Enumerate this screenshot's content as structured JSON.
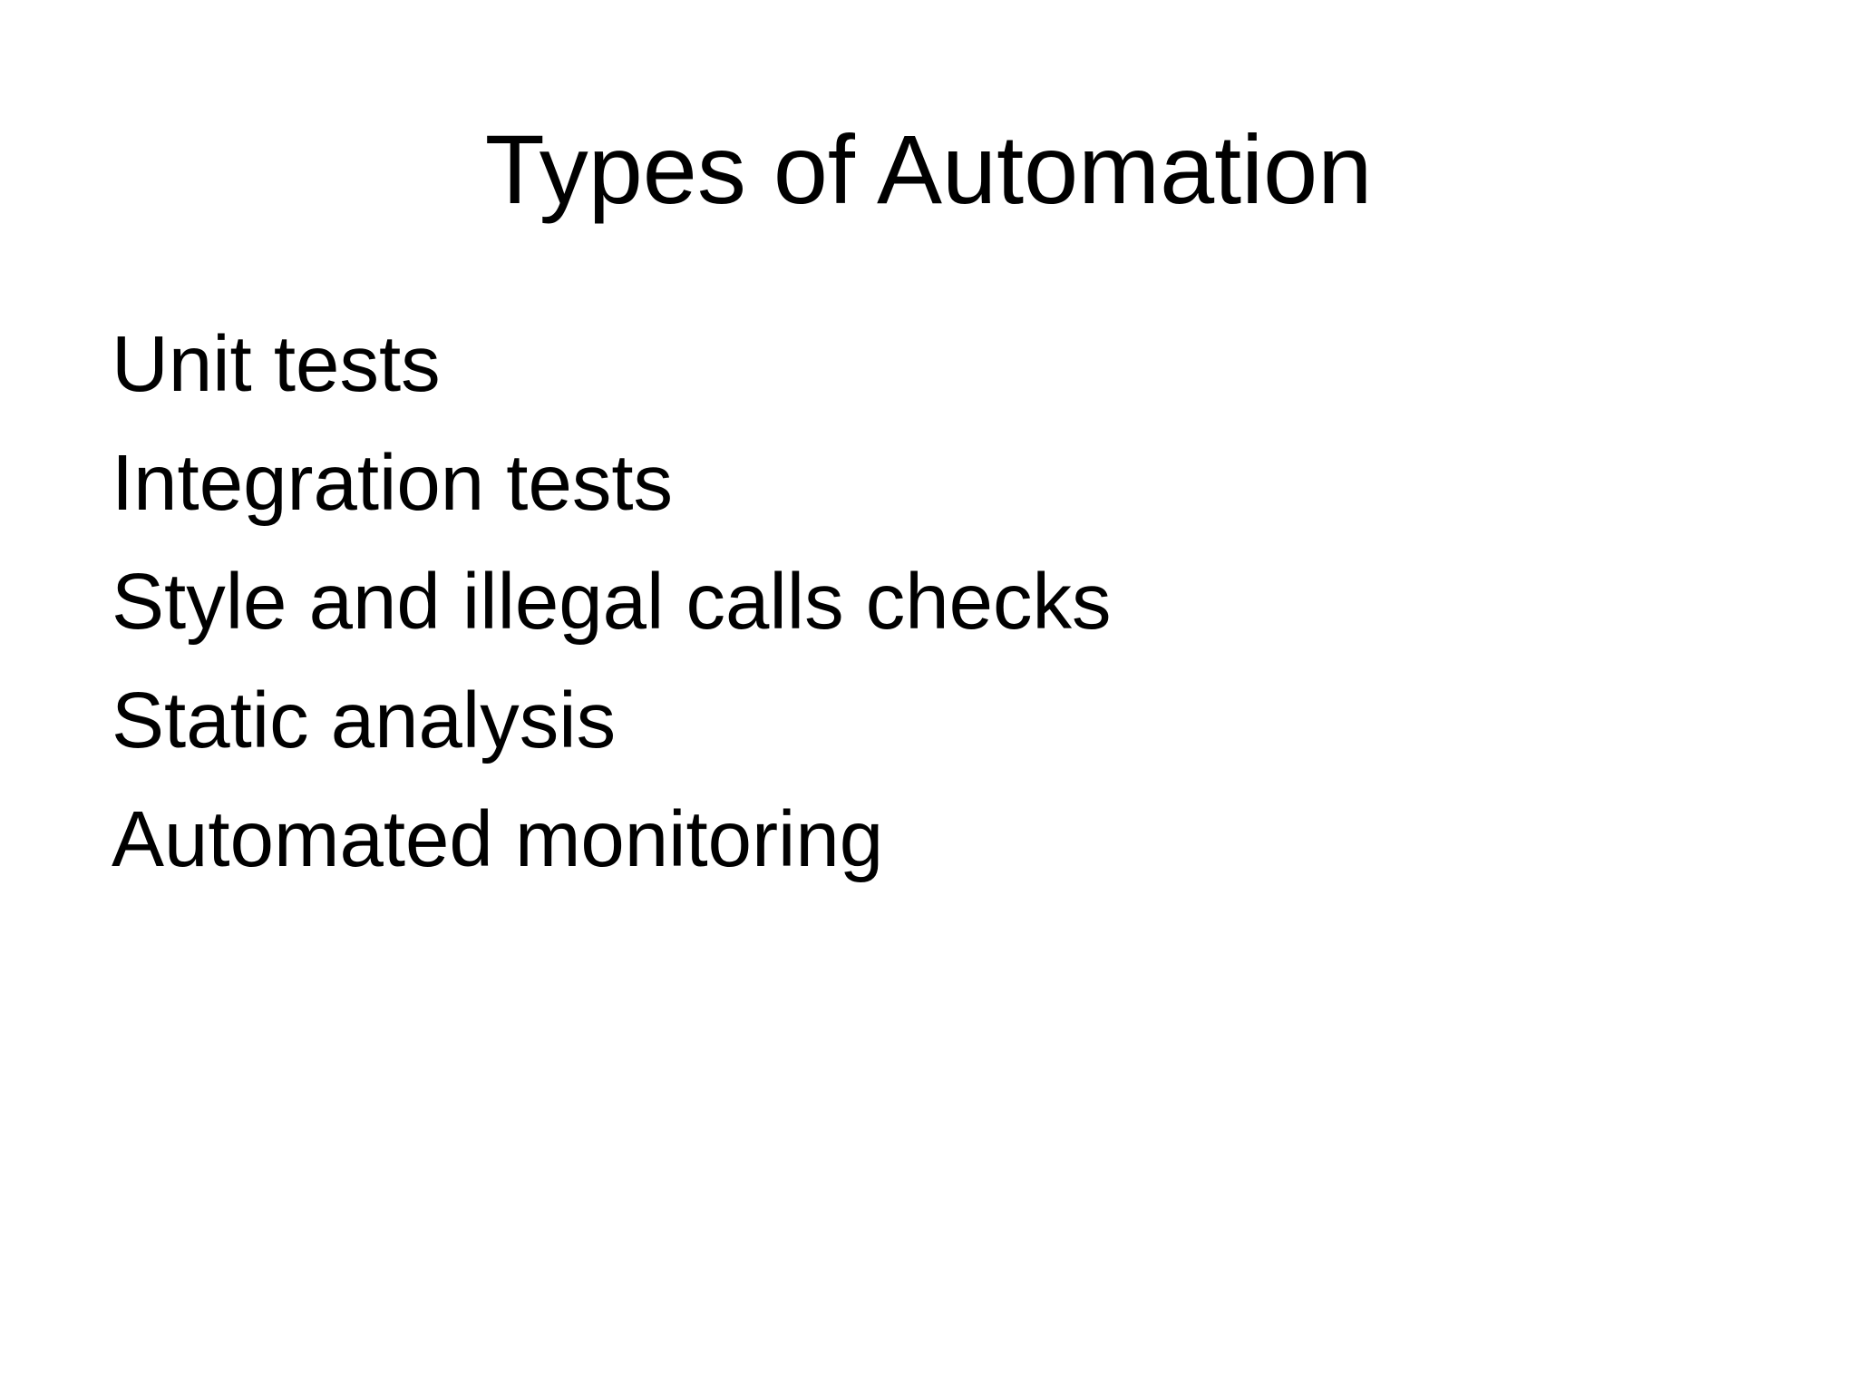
{
  "slide": {
    "title": "Types of Automation",
    "items": [
      "Unit tests",
      "Integration tests",
      "Style and illegal calls checks",
      "Static analysis",
      "Automated monitoring"
    ]
  },
  "colors": {
    "background": "#ffffff",
    "text": "#000000"
  }
}
